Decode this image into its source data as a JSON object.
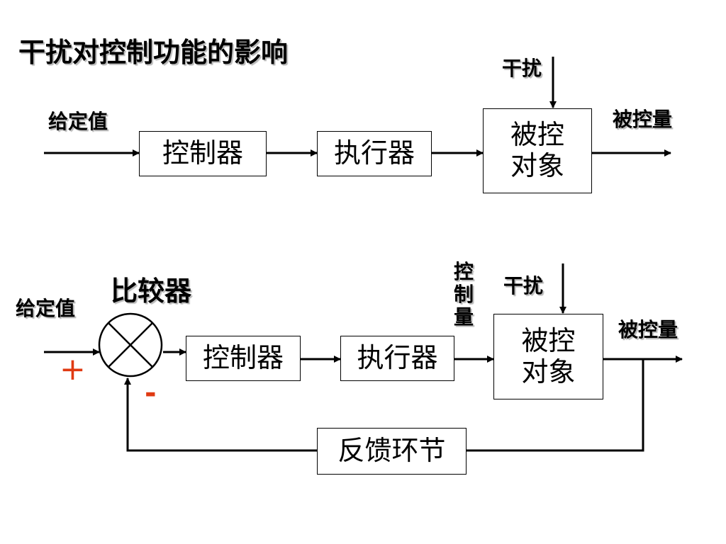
{
  "title": "干扰对控制功能的影响",
  "top": {
    "setpoint": "给定值",
    "disturbance": "干扰",
    "controlled_variable": "被控量",
    "blocks": {
      "controller": "控制器",
      "actuator": "执行器",
      "plant": "被控\n对象"
    }
  },
  "bottom": {
    "comparator": "比较器",
    "setpoint": "给定值",
    "plus": "+",
    "minus": "-",
    "control_variable": "控\n制\n量",
    "disturbance": "干扰",
    "controlled_variable": "被控量",
    "blocks": {
      "controller": "控制器",
      "actuator": "执行器",
      "plant": "被控\n对象",
      "feedback": "反馈环节"
    }
  },
  "colors": {
    "line": "#000000",
    "sign": "#e03a12",
    "shadow": "#b8b8b8"
  }
}
